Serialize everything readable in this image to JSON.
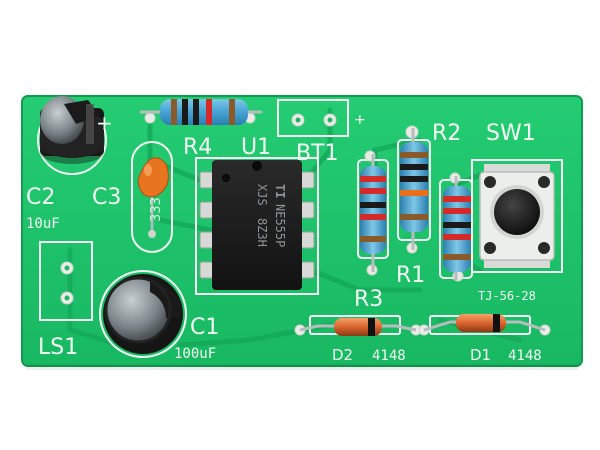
{
  "board": {
    "colors": {
      "pcb": "#1fc46a",
      "pcb_dark": "#14a656",
      "silk": "#f2fff2",
      "pad": "#e9ece6"
    },
    "labels": {
      "r4": "R4",
      "u1": "U1",
      "bt1": "BT1",
      "r2": "R2",
      "sw1": "SW1",
      "c2": "C2",
      "c2_value": "10uF",
      "c3": "C3",
      "c3_value": "333",
      "r1": "R1",
      "r3": "R3",
      "c1": "C1",
      "c1_value": "100uF",
      "ls1": "LS1",
      "d2": "D2",
      "d2_value": "4148",
      "d1": "D1",
      "d1_value": "4148",
      "switch_model": "TJ-56-28",
      "plus": "+",
      "plus_c2": "+"
    },
    "chip": {
      "brand_logo": "TI",
      "part": "NE555P",
      "code1": "XJS",
      "code2": "8Z3H"
    }
  }
}
